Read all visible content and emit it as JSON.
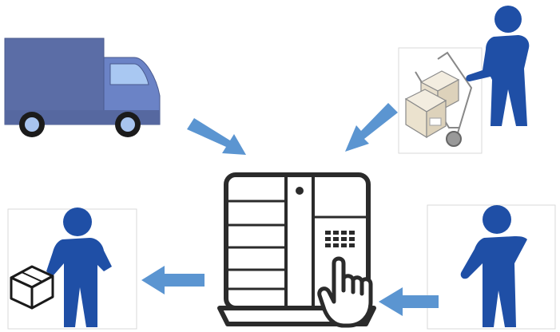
{
  "diagram": {
    "nodes": [
      {
        "id": "delivery-truck",
        "icon": "truck-icon"
      },
      {
        "id": "courier-with-hand-truck",
        "icon": "hand-truck-icon"
      },
      {
        "id": "parcel-locker",
        "icon": "locker-icon"
      },
      {
        "id": "customer-picking-up-parcel",
        "icon": "person-with-box-icon"
      },
      {
        "id": "customer-at-locker",
        "icon": "person-icon"
      }
    ],
    "flows": [
      {
        "from": "delivery-truck",
        "to": "parcel-locker"
      },
      {
        "from": "courier-with-hand-truck",
        "to": "parcel-locker"
      },
      {
        "from": "customer-at-locker",
        "to": "parcel-locker"
      },
      {
        "from": "parcel-locker",
        "to": "customer-picking-up-parcel"
      }
    ],
    "colors": {
      "person": "#1f4fa6",
      "truck_body": "#5b6da6",
      "truck_cab": "#6b83c6",
      "arrow": "#5b95d1",
      "line_art": "#333333"
    }
  }
}
